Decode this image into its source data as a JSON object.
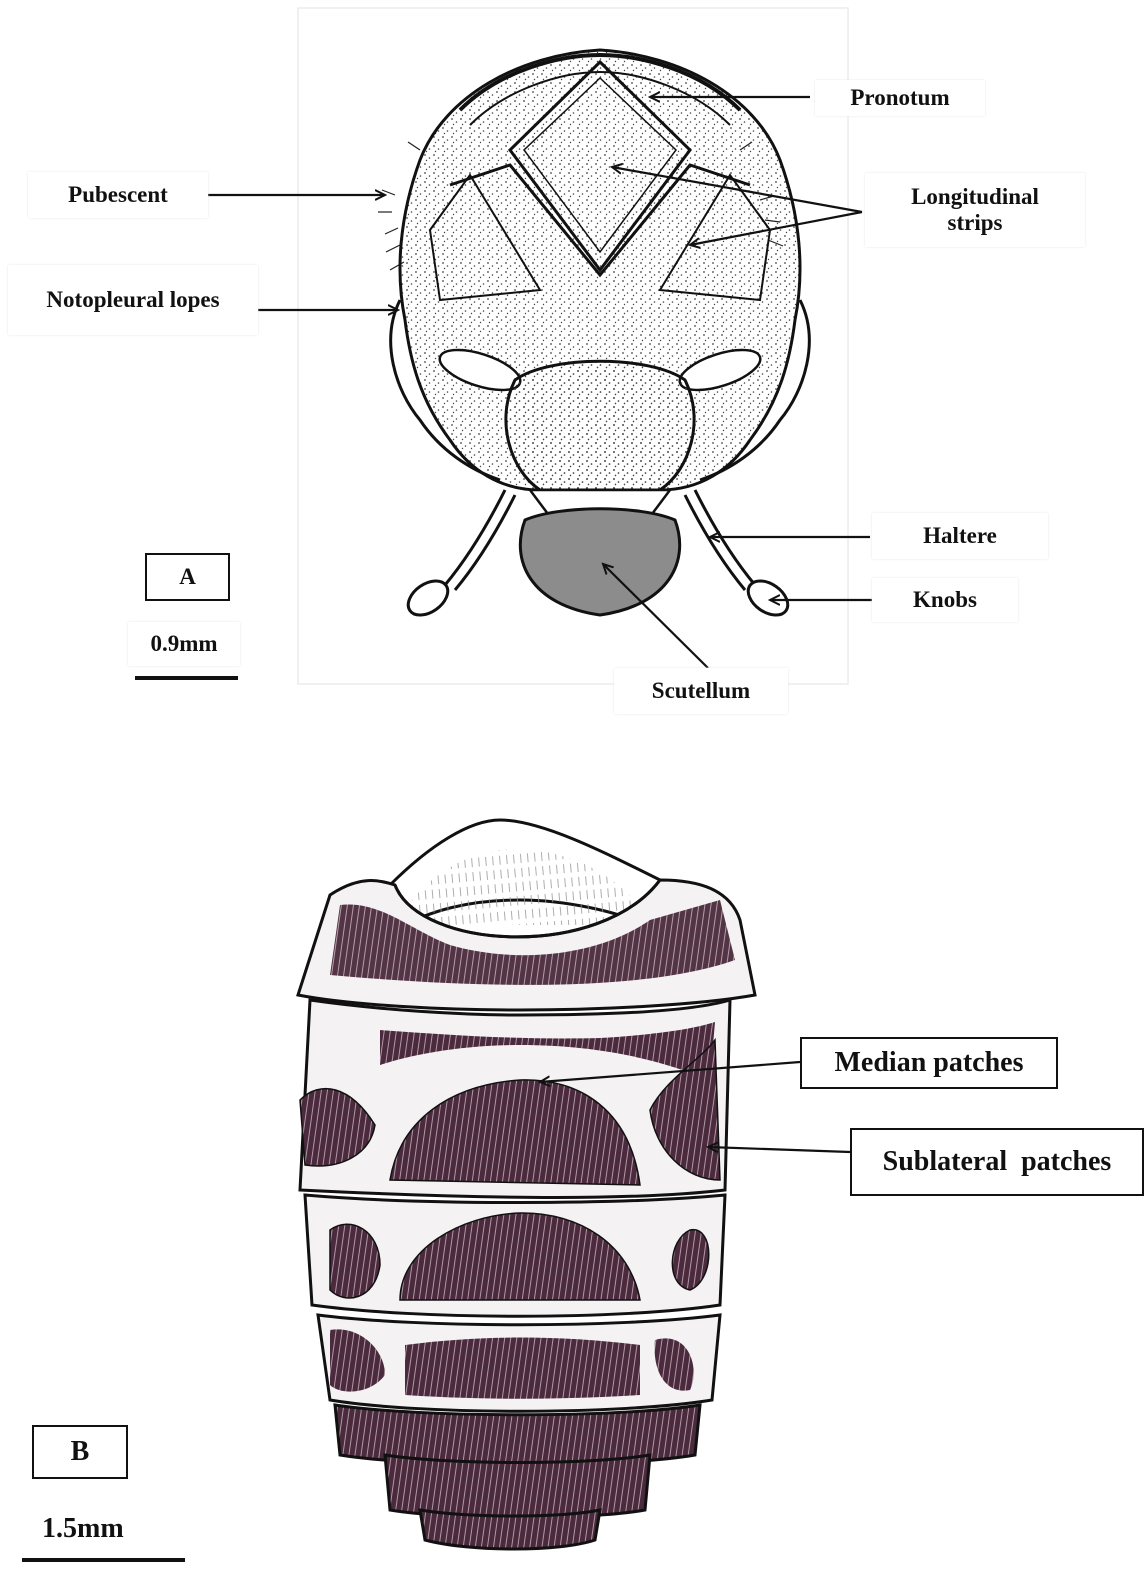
{
  "panel_a": {
    "panel_label": "A",
    "scale_bar": "0.9mm",
    "labels": {
      "pronotum": "Pronotum",
      "pubescent": "Pubescent",
      "longitudinal_strips": "Longitudinal strips",
      "notopleural_lopes": "Notopleural lopes",
      "haltere": "Haltere",
      "knobs": "Knobs",
      "scutellum": "Scutellum"
    }
  },
  "panel_b": {
    "panel_label": "B",
    "scale_bar": "1.5mm",
    "labels": {
      "median_patches": "Median patches",
      "sublateral_patches": "Sublateral  patches"
    }
  },
  "colors": {
    "ink": "#111111",
    "stipple": "#444444",
    "scutellum_fill": "#8c8c8c",
    "patch_fill": "#4a2a3c",
    "abdomen_fill": "#f4f2f2"
  }
}
